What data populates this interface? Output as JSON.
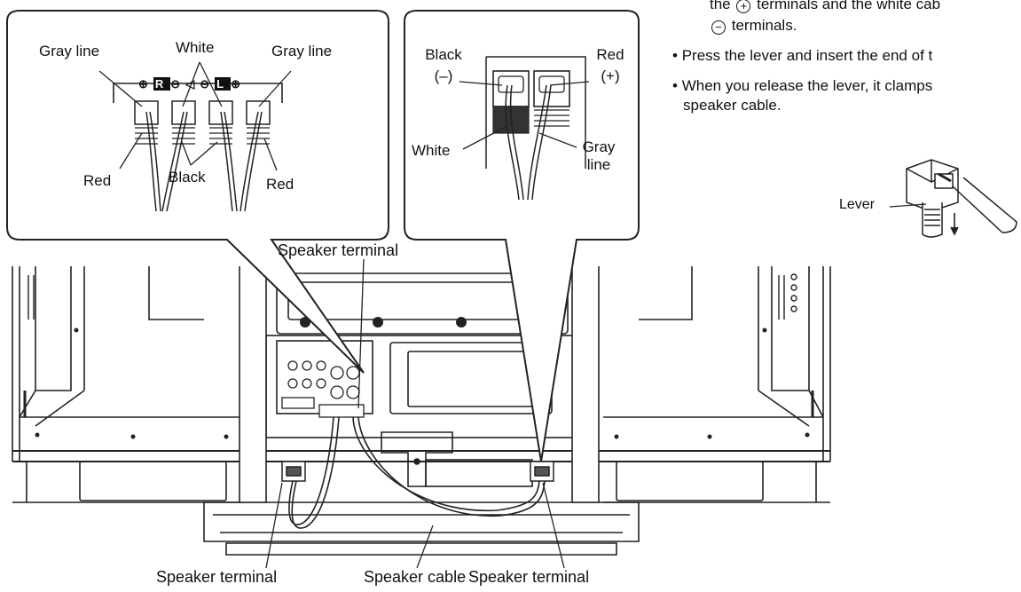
{
  "left_inset": {
    "terminal_marks": [
      "⊕",
      "R",
      "⊖",
      "◁",
      "⊖",
      "L",
      "⊕"
    ],
    "labels": {
      "gray_line_left": "Gray line",
      "white": "White",
      "gray_line_right": "Gray line",
      "red_left": "Red",
      "black": "Black",
      "red_right": "Red"
    }
  },
  "right_inset": {
    "labels": {
      "black": "Black",
      "black_sign": "(–)",
      "red": "Red",
      "red_sign": "(+)",
      "white": "White",
      "gray": "Gray",
      "line": "line"
    }
  },
  "notes": {
    "line1_pre": "the",
    "plus_symbol": "+",
    "line1_post": "terminals and the white cab",
    "minus_symbol": "−",
    "line2_post": "terminals.",
    "bullet": "•",
    "bullet1": "Press the lever and insert the end of t",
    "bullet2_line1": "When you release the lever, it clamps",
    "bullet2_line2": "speaker cable."
  },
  "lever_label": "Lever",
  "callouts": {
    "speaker_terminal_top": "Speaker terminal",
    "speaker_terminal_bottom_left": "Speaker terminal",
    "speaker_cable": "Speaker cable",
    "speaker_terminal_bottom_right": "Speaker terminal"
  }
}
